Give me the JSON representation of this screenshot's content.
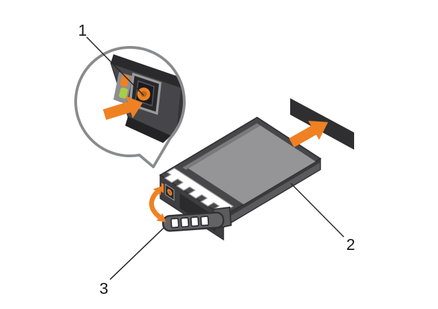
{
  "figure": {
    "kind": "hardware-installation-diagram",
    "subject": "hot-swap hard drive carrier removal from chassis slot"
  },
  "callouts": [
    {
      "label": "1",
      "target": "release-button-detail"
    },
    {
      "label": "2",
      "target": "hard-drive-carrier"
    },
    {
      "label": "3",
      "target": "carrier-handle"
    }
  ],
  "palette": {
    "accent_orange": "#EF8122",
    "accent_orange_deep": "#BD681B",
    "led_green": "#A6CE48",
    "balloon_stroke_gray": "#8A8B8D",
    "panel_dark": "#46464A",
    "panel_band_dark": "#2A2A2C",
    "carrier_frame": "#47474A",
    "drive_top_gray": "#959597",
    "side_face_gray": "#5A5A5C",
    "slot_black": "#2F2F31",
    "background": "#FFFFFF"
  }
}
